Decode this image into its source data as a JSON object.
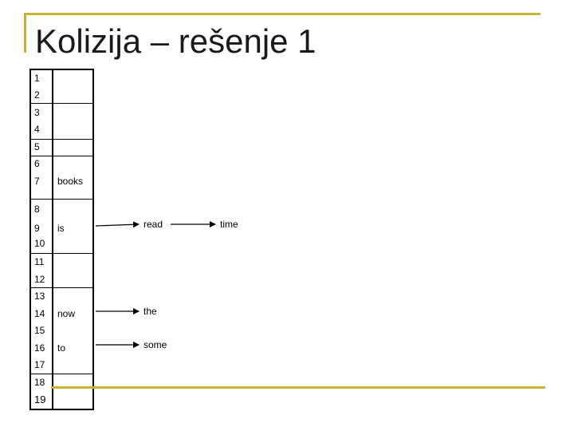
{
  "title": "Kolizija – rešenje 1",
  "rows": [
    {
      "index": "1",
      "word": ""
    },
    {
      "index": "2",
      "word": ""
    },
    {
      "index": "3",
      "word": ""
    },
    {
      "index": "4",
      "word": ""
    },
    {
      "index": "5",
      "word": ""
    },
    {
      "index": "6",
      "word": ""
    },
    {
      "index": "7",
      "word": "books"
    },
    {
      "index": "8",
      "word": ""
    },
    {
      "index": "9",
      "word": "is"
    },
    {
      "index": "10",
      "word": ""
    },
    {
      "index": "11",
      "word": ""
    },
    {
      "index": "12",
      "word": ""
    },
    {
      "index": "13",
      "word": ""
    },
    {
      "index": "14",
      "word": "now"
    },
    {
      "index": "15",
      "word": ""
    },
    {
      "index": "16",
      "word": "to"
    },
    {
      "index": "17",
      "word": ""
    },
    {
      "index": "18",
      "word": ""
    },
    {
      "index": "19",
      "word": ""
    }
  ],
  "chains": {
    "row9": [
      "read",
      "time"
    ],
    "row14": [
      "the"
    ],
    "row16": [
      "some"
    ]
  },
  "colors": {
    "accent_rule": "#c8b23a",
    "border": "#000000"
  }
}
